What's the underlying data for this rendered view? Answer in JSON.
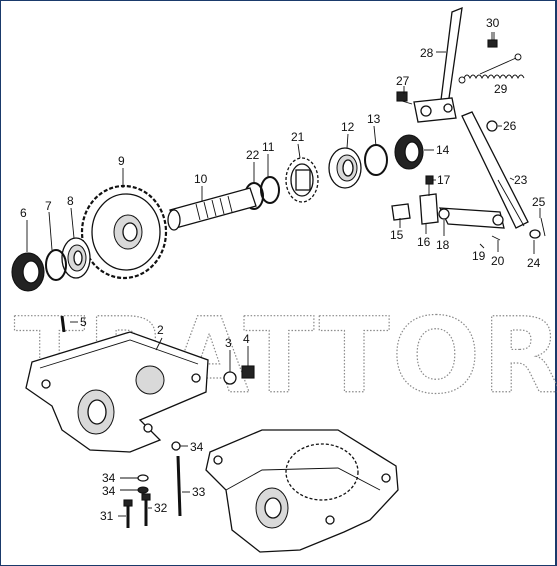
{
  "watermark": "TRATTORE.IT",
  "callouts": [
    {
      "id": "30",
      "text": "30"
    },
    {
      "id": "28",
      "text": "28"
    },
    {
      "id": "29",
      "text": "29"
    },
    {
      "id": "27",
      "text": "27"
    },
    {
      "id": "26",
      "text": "26"
    },
    {
      "id": "13",
      "text": "13"
    },
    {
      "id": "12",
      "text": "12"
    },
    {
      "id": "14",
      "text": "14"
    },
    {
      "id": "11",
      "text": "11"
    },
    {
      "id": "21",
      "text": "21"
    },
    {
      "id": "22",
      "text": "22"
    },
    {
      "id": "9",
      "text": "9"
    },
    {
      "id": "10",
      "text": "10"
    },
    {
      "id": "17",
      "text": "17"
    },
    {
      "id": "23",
      "text": "23"
    },
    {
      "id": "25",
      "text": "25"
    },
    {
      "id": "6",
      "text": "6"
    },
    {
      "id": "7",
      "text": "7"
    },
    {
      "id": "8",
      "text": "8"
    },
    {
      "id": "15",
      "text": "15"
    },
    {
      "id": "16",
      "text": "16"
    },
    {
      "id": "18",
      "text": "18"
    },
    {
      "id": "19",
      "text": "19"
    },
    {
      "id": "20",
      "text": "20"
    },
    {
      "id": "24",
      "text": "24"
    },
    {
      "id": "5",
      "text": "5"
    },
    {
      "id": "2",
      "text": "2"
    },
    {
      "id": "3",
      "text": "3"
    },
    {
      "id": "4",
      "text": "4"
    },
    {
      "id": "34a",
      "text": "34"
    },
    {
      "id": "34b",
      "text": "34"
    },
    {
      "id": "34c",
      "text": "34"
    },
    {
      "id": "33",
      "text": "33"
    },
    {
      "id": "31",
      "text": "31"
    },
    {
      "id": "32",
      "text": "32"
    }
  ]
}
